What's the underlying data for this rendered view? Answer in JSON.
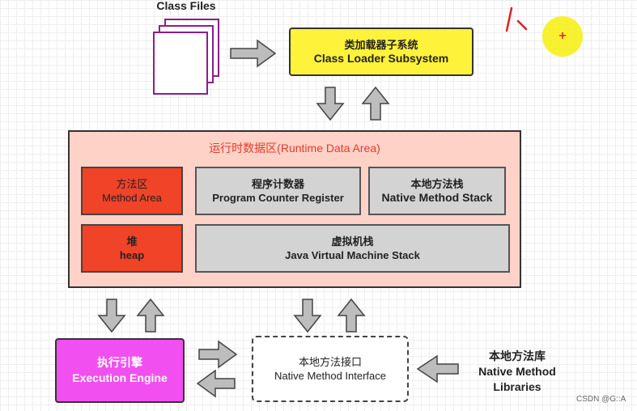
{
  "class_files": {
    "label": "Class Files"
  },
  "class_loader": {
    "cn": "类加载器子系统",
    "en": "Class Loader Subsystem",
    "color": "#fff23a"
  },
  "runtime_area": {
    "title": "运行时数据区(Runtime Data Area)",
    "bg_color": "#ffd2c8",
    "title_color": "#e23c2a",
    "method_area": {
      "cn": "方法区",
      "en": "Method Area",
      "color": "#f04328"
    },
    "pc_register": {
      "cn": "程序计数器",
      "en": "Program Counter Register"
    },
    "native_stack": {
      "cn": "本地方法栈",
      "en": "Native Method Stack"
    },
    "heap": {
      "cn": "堆",
      "en": "heap",
      "color": "#f04328"
    },
    "jvm_stack": {
      "cn": "虚拟机栈",
      "en": "Java Virtual Machine Stack"
    }
  },
  "execution_engine": {
    "cn": "执行引擎",
    "en": "Execution Engine",
    "color": "#f24ff0"
  },
  "native_interface": {
    "cn": "本地方法接口",
    "en": "Native Method Interface"
  },
  "native_libraries": {
    "cn": "本地方法库",
    "en1": "Native Method",
    "en2": "Libraries"
  },
  "watermark": "CSDN @G::A",
  "cursor_marker": {
    "color": "#f7f01a",
    "symbol": "+"
  }
}
